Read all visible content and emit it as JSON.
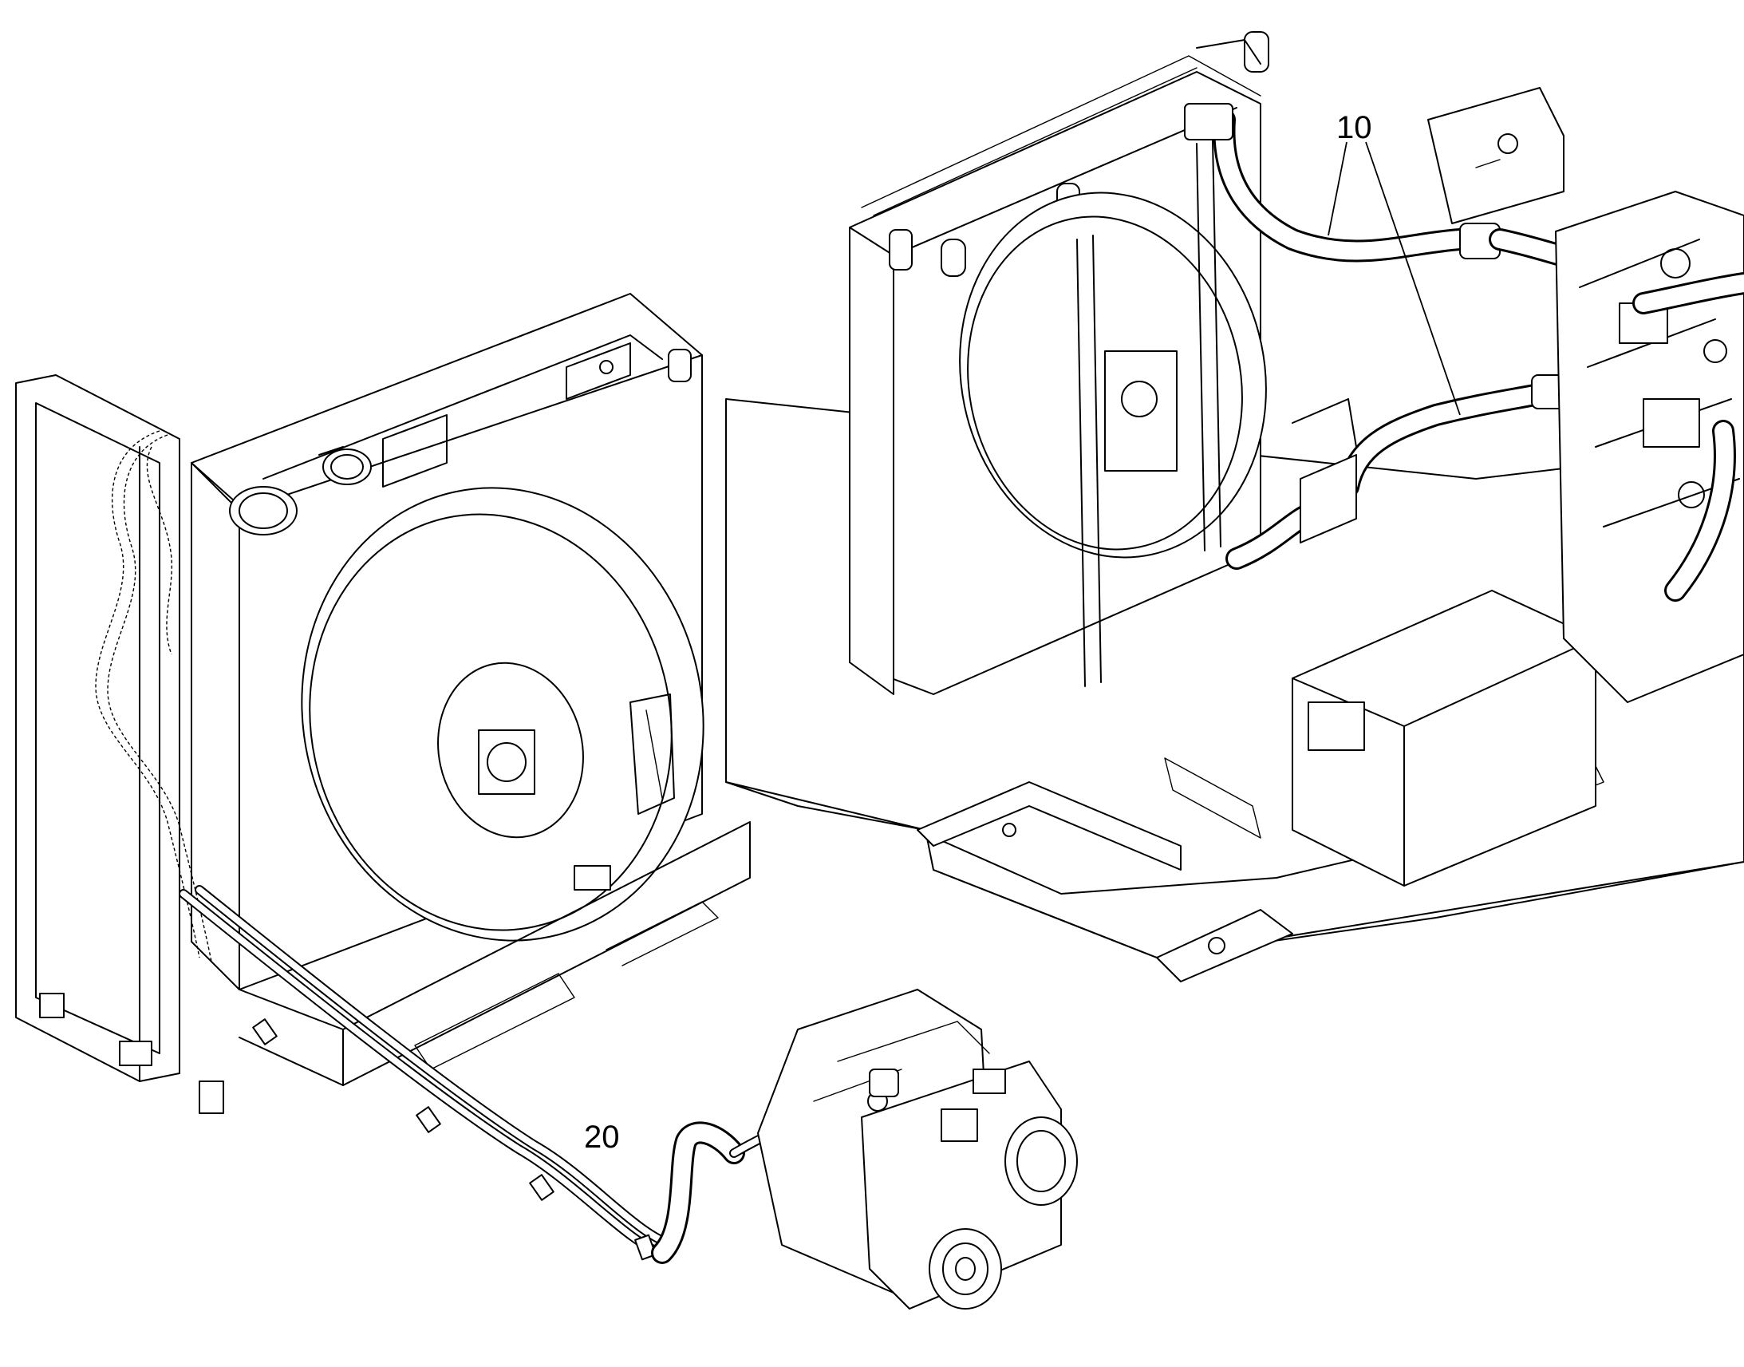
{
  "callouts": [
    {
      "id": "10",
      "label": "10"
    },
    {
      "id": "20",
      "label": "20"
    }
  ],
  "colors": {
    "line": "#000000",
    "background": "#ffffff"
  }
}
